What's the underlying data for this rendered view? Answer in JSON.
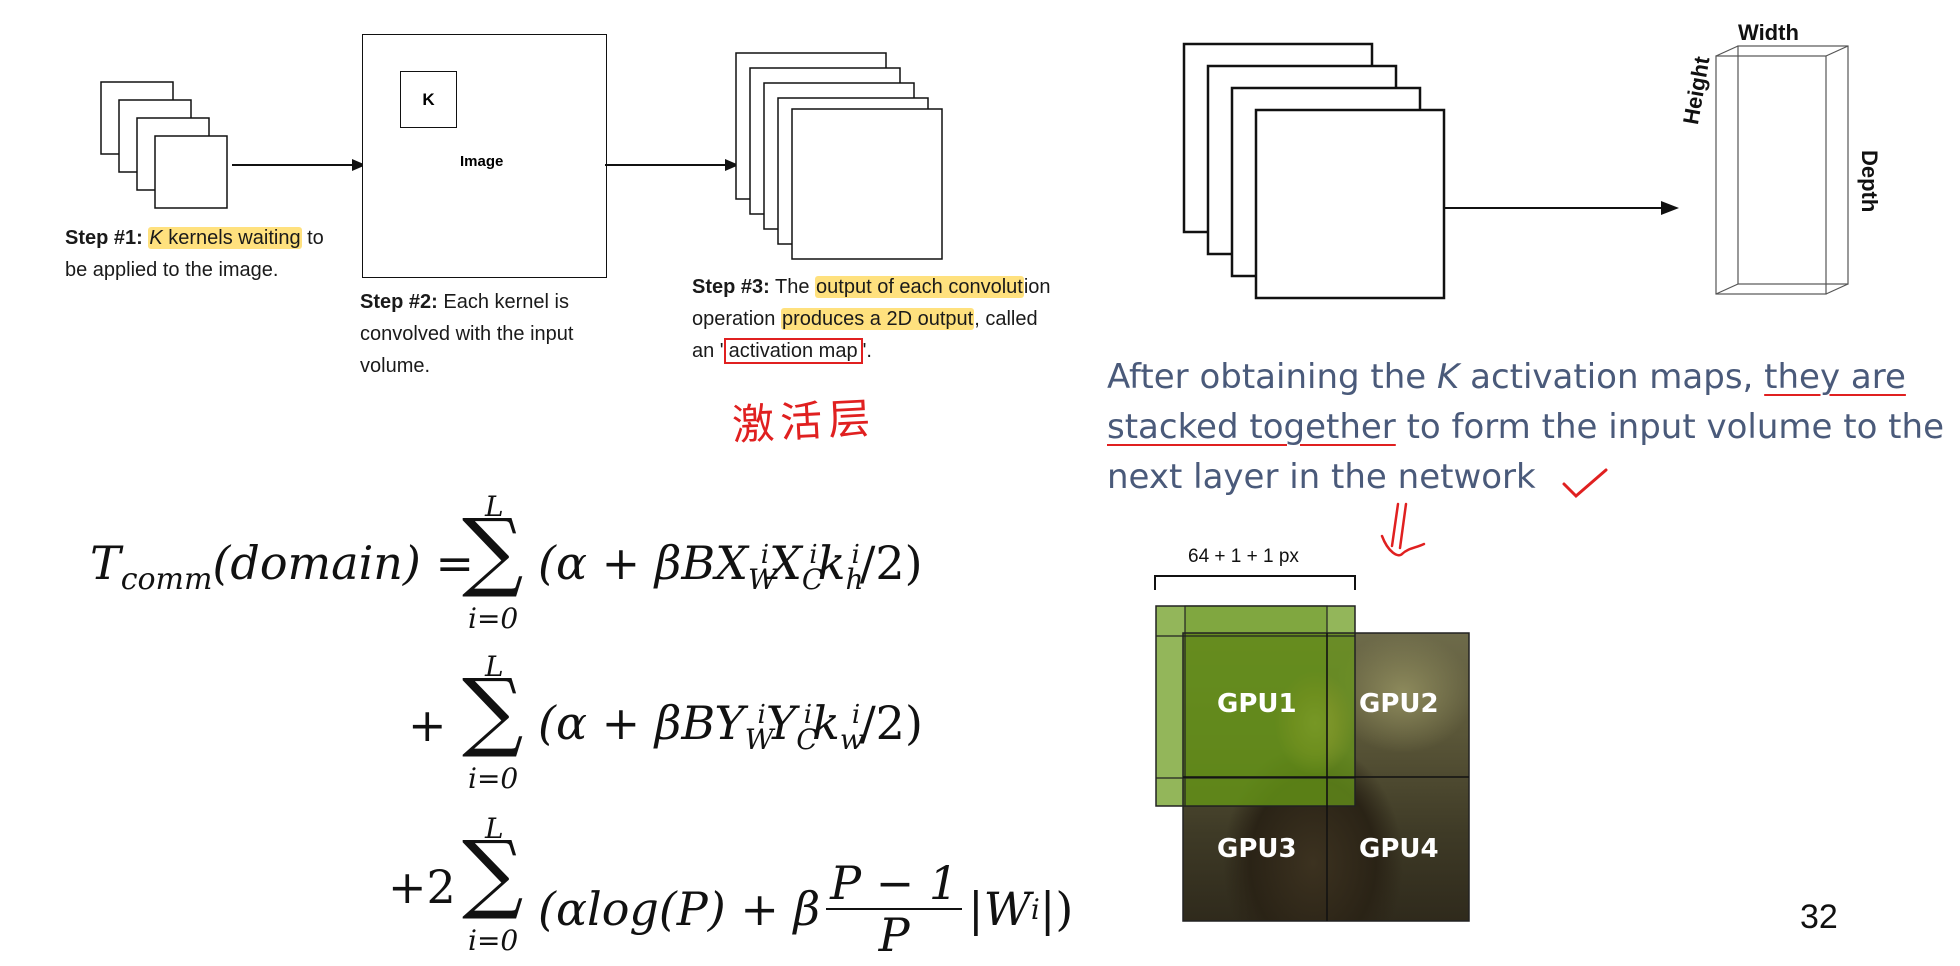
{
  "step1": {
    "label": "Step #1:",
    "k": "K",
    "highlight": " kernels waiting",
    "rest1": " to",
    "line2": "be applied to the image."
  },
  "step2": {
    "kernel_letter": "K",
    "image_label": "Image",
    "label": "Step #2:",
    "line1_rest": " Each kernel is",
    "line2": "convolved with the input",
    "line3": "volume."
  },
  "step3": {
    "label": "Step #3:",
    "line1_pre": " The ",
    "line1_hl": "output of each convolut",
    "line1_post": "ion",
    "line2_pre": "operation ",
    "line2_hl": "produces a 2D output",
    "line2_post": ", called",
    "line3_pre": "an '",
    "line3_box": "activation map",
    "line3_post": "'."
  },
  "chinese_note": "激活层",
  "volume_labels": {
    "width": "Width",
    "height": "Height",
    "depth": "Depth"
  },
  "stack_text": {
    "part1": "After obtaining the ",
    "k": "K",
    "part2": " activation maps, ",
    "underlined1": "they are",
    "underlined2": "stacked together",
    "part3": " to form the input volume to the",
    "line3": "next layer in the network"
  },
  "partition": {
    "span_label": "64 + 1 + 1 px",
    "gpus": [
      "GPU1",
      "GPU2",
      "GPU3",
      "GPU4"
    ]
  },
  "equation": {
    "lhs": "T",
    "lhs_sub": "comm",
    "lhs_arg": "(domain)",
    "sum_upper": "L",
    "sum_lower": "i=0",
    "term1": "(α + βBX",
    "term1_rest": "/2)",
    "term2": "(α + βBY",
    "term2_rest": "/2)",
    "term3_pre": "(αlog(P) + β",
    "term3_num": "P − 1",
    "term3_den": "P",
    "term3_post": "|W",
    "plus": "+",
    "plus2": "+2"
  },
  "page_number": "32"
}
